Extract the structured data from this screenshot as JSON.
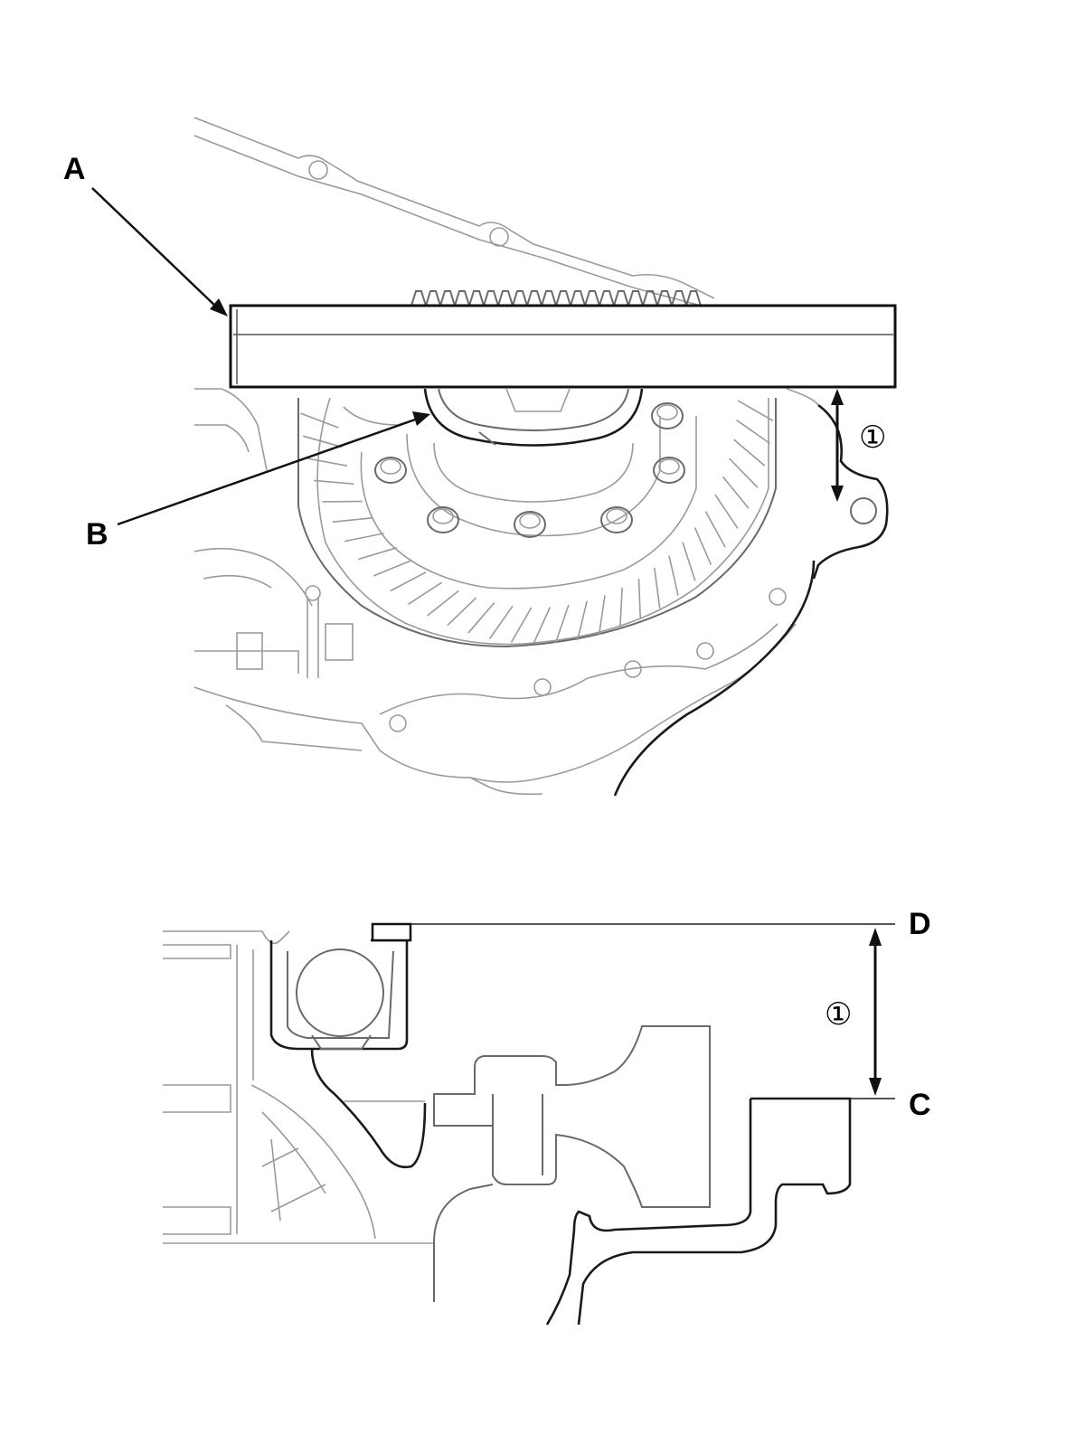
{
  "labels": {
    "a": "A",
    "b": "B",
    "c": "C",
    "d": "D",
    "dim_top": "①",
    "dim_bottom": "①"
  },
  "colors": {
    "line": "#1a1a1a",
    "detail": "#9a9a9a",
    "background": "#ffffff"
  }
}
